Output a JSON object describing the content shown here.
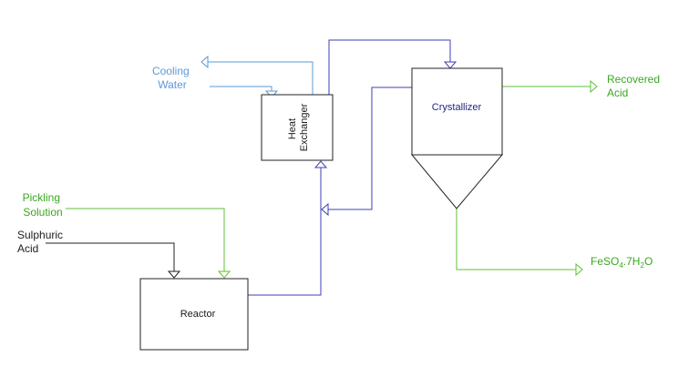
{
  "colors": {
    "cooling": "#5b9bd5",
    "process": "#3f3fb8",
    "green": "#5fc23a",
    "green_text": "#3aa820",
    "black": "#222222",
    "block_text": "#1a1a1a",
    "crystallizer_text": "#24248a"
  },
  "blocks": {
    "heat_exchanger": [
      "Heat",
      "Exchanger"
    ],
    "crystallizer": "Crystallizer",
    "reactor": "Reactor"
  },
  "inputs": {
    "cooling_water": [
      "Cooling",
      "Water"
    ],
    "pickling_solution": [
      "Pickling",
      "Solution"
    ],
    "sulphuric_acid": [
      "Sulphuric",
      "Acid"
    ]
  },
  "outputs": {
    "recovered_acid": [
      "Recovered",
      "Acid"
    ],
    "product": {
      "base": "FeSO",
      "sub1": "4",
      "mid": ".7H",
      "sub2": "2",
      "end": "O"
    }
  }
}
